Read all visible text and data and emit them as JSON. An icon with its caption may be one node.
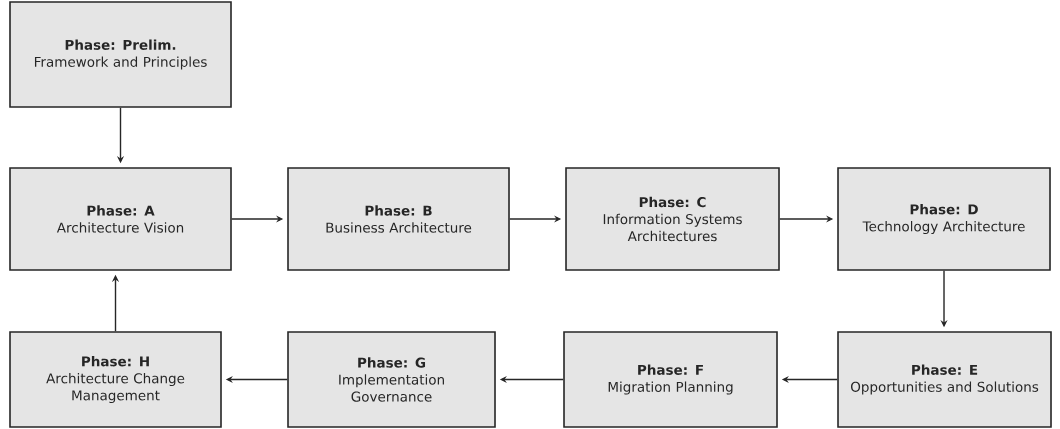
{
  "diagram": {
    "nodes": [
      {
        "text": [
          "Phase: Prelim.",
          "Framework and Principles"
        ]
      },
      {
        "text": [
          "Phase: A",
          "Architecture Vision"
        ]
      },
      {
        "text": [
          "Phase: B",
          "Business Architecture"
        ]
      },
      {
        "text": [
          "Phase: C",
          "Information Systems Architectures"
        ]
      },
      {
        "text": [
          "Phase: D",
          "Technology Architecture"
        ]
      },
      {
        "text": [
          "Phase: H",
          "Architecture Change Management"
        ]
      },
      {
        "text": [
          "Phase: G",
          "Implementation Governance"
        ]
      },
      {
        "text": [
          "Phase: F",
          "Migration Planning"
        ]
      },
      {
        "text": [
          "Phase: E",
          "Opportunities and Solutions"
        ]
      }
    ],
    "edges": [
      {
        "from": 0,
        "to": 1,
        "arrow": "to"
      },
      {
        "from": 1,
        "to": 2,
        "arrow": "to"
      },
      {
        "from": 2,
        "to": 3,
        "arrow": "to"
      },
      {
        "from": 3,
        "to": 4,
        "arrow": "to"
      },
      {
        "from": 4,
        "to": 8,
        "arrow": "to"
      },
      {
        "from": 8,
        "to": 7,
        "arrow": "to"
      },
      {
        "from": 7,
        "to": 6,
        "arrow": "to"
      },
      {
        "from": 6,
        "to": 5,
        "arrow": "to"
      },
      {
        "from": 5,
        "to": 1,
        "arrow": "to"
      }
    ]
  }
}
